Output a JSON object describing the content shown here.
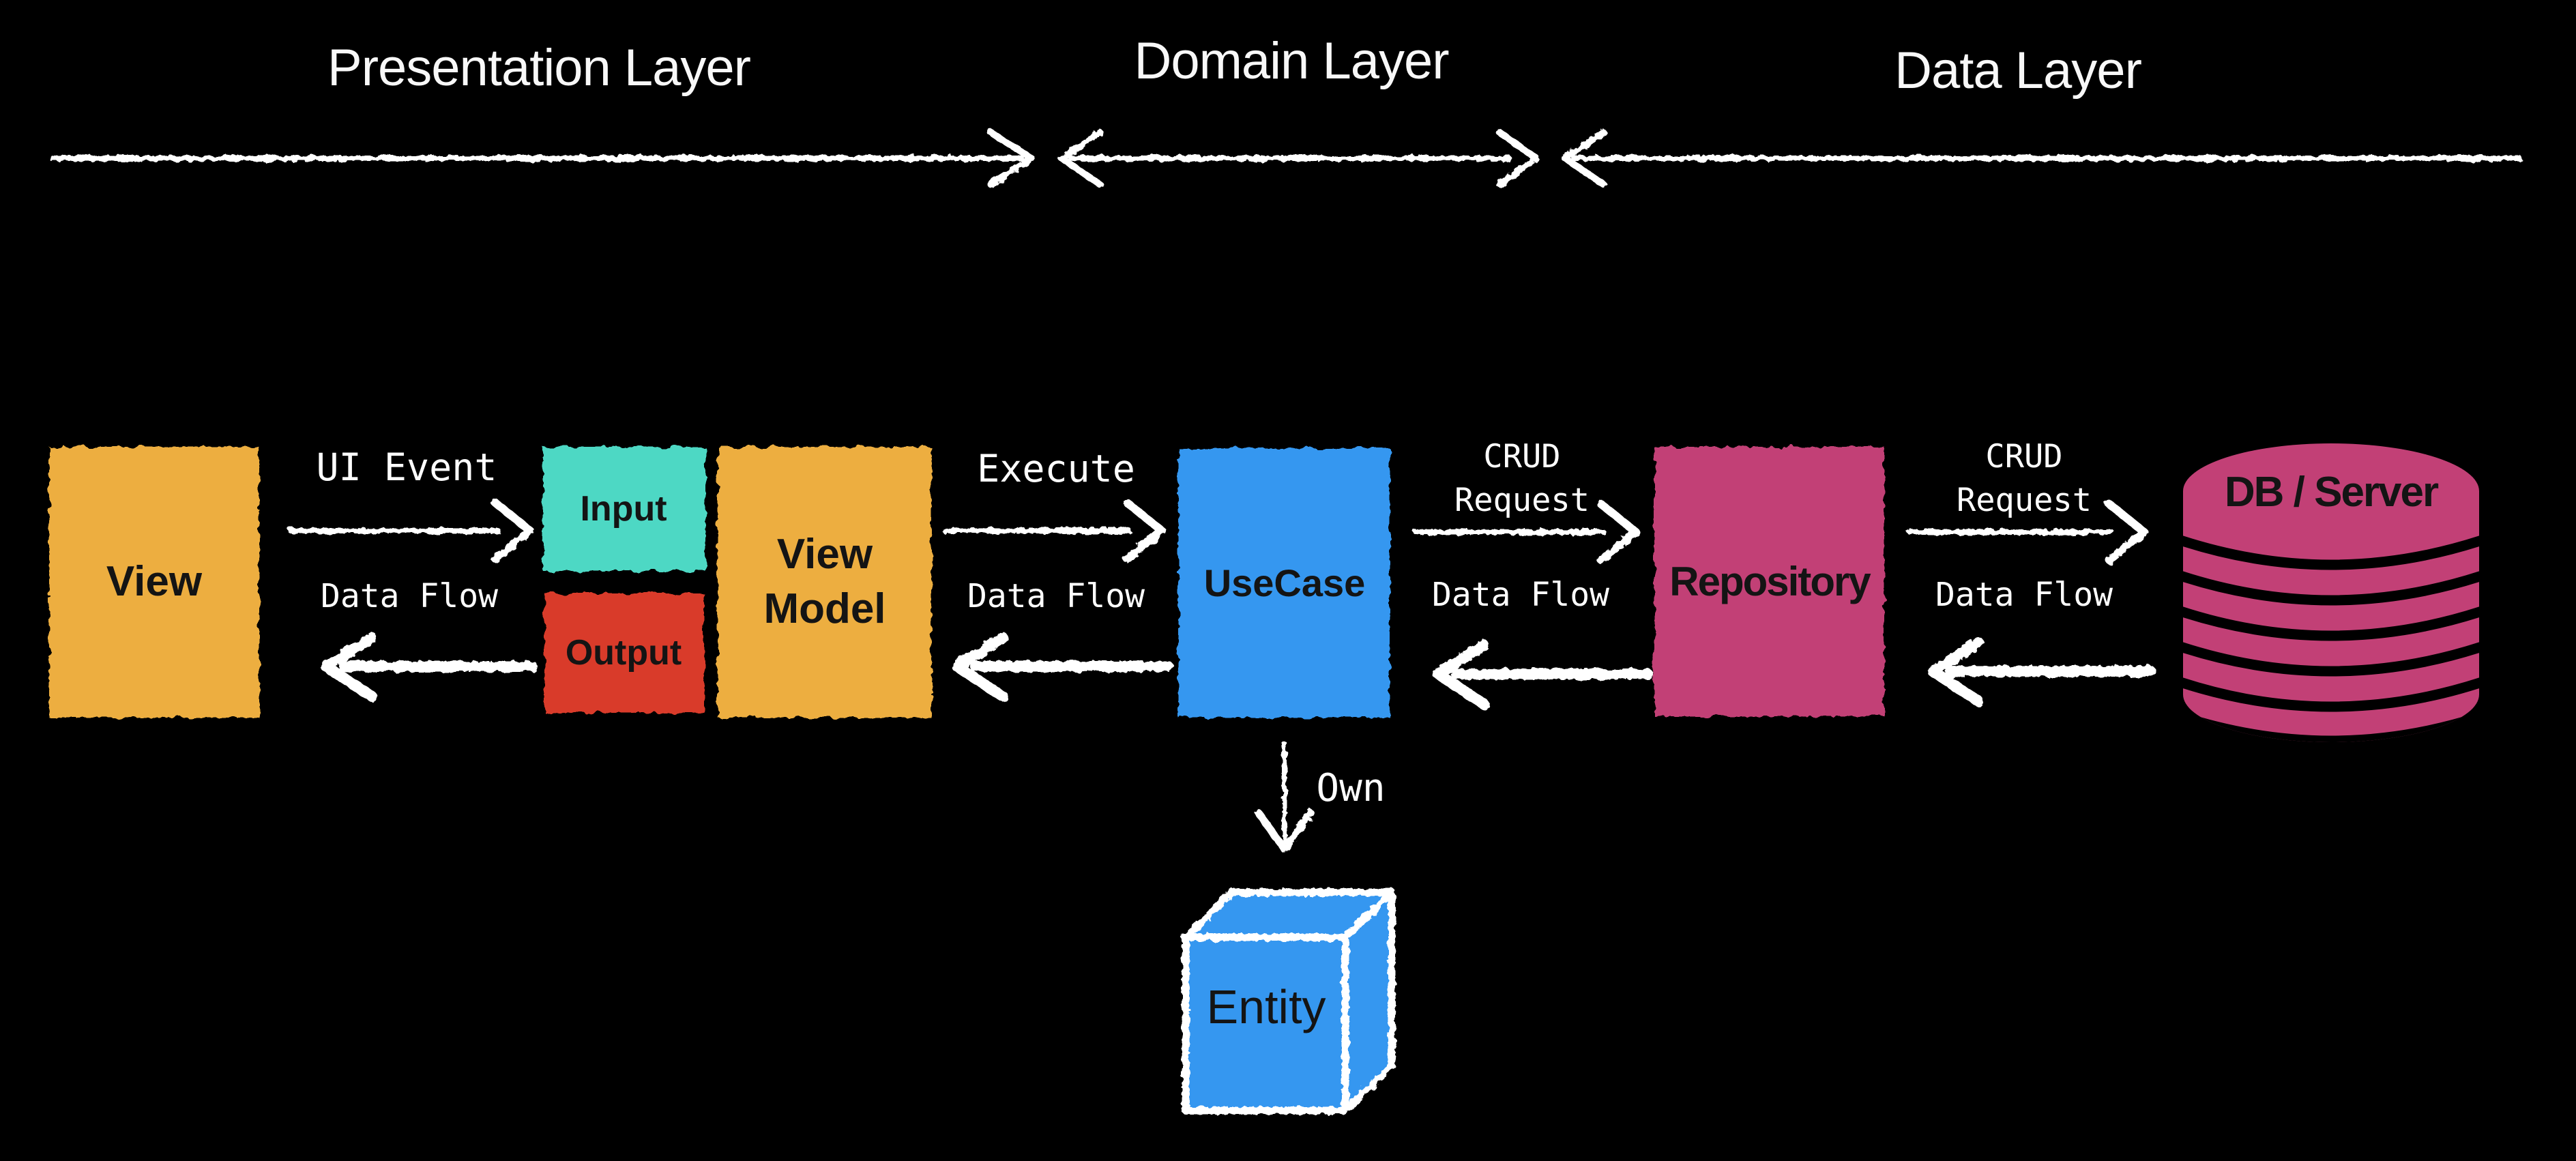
{
  "layers": {
    "presentation": "Presentation Layer",
    "domain": "Domain Layer",
    "data": "Data Layer"
  },
  "nodes": {
    "view": "View",
    "input": "Input",
    "output": "Output",
    "view_model": "View Model",
    "usecase": "UseCase",
    "repository": "Repository",
    "db_server": "DB / Server",
    "entity": "Entity"
  },
  "edges": {
    "ui_event": "UI Event",
    "execute": "Execute",
    "data_flow": "Data Flow",
    "crud_request": "CRUD Request",
    "own": "Own"
  },
  "colors": {
    "background": "#000000",
    "box-orange": "#edae40",
    "box-teal": "#4ed8c4",
    "box-red": "#d93a29",
    "box-blue": "#3497f0",
    "box-pink": "#c24076",
    "line-white": "#ffffff",
    "label-black": "#141414",
    "layer-text": "#f8f8f8"
  }
}
